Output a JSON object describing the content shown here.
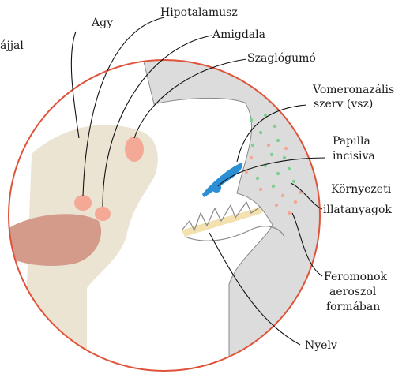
{
  "colors": {
    "circle_outline": "#e0533a",
    "brain": "#ece4d2",
    "cerebellum": "#d49a8a",
    "nasal_cavity": "#dcdcdc",
    "cavity_outline": "#8a8a8a",
    "nuclei": "#f4a896",
    "vno": "#2b8fd6",
    "palate": "#f3e2b0",
    "particle_green": "#7fcf8f",
    "particle_pink": "#f2a894"
  },
  "labels": {
    "agy": "Agy",
    "hipotalamusz": "Hipotalamusz",
    "amigdala": "Amigdala",
    "szaglogumo": "Szaglógumó",
    "vomeronazalis_line1": "Vomeronazális",
    "vomeronazalis_line2": "szerv (vsz)",
    "papilla_line1": "Papilla",
    "papilla_line2": "incisiva",
    "kornyezeti_line1": "Környezeti",
    "kornyezeti_line2": "illatanyagok",
    "feromonok_line1": "Feromonok",
    "feromonok_line2": "aeroszol",
    "feromonok_line3": "formában",
    "nyelv": "Nyelv",
    "cropped_fragment": "ájjal"
  },
  "icons": {
    "vno_organ": "blue-elongated-blob",
    "papilla": "blue-dot"
  }
}
